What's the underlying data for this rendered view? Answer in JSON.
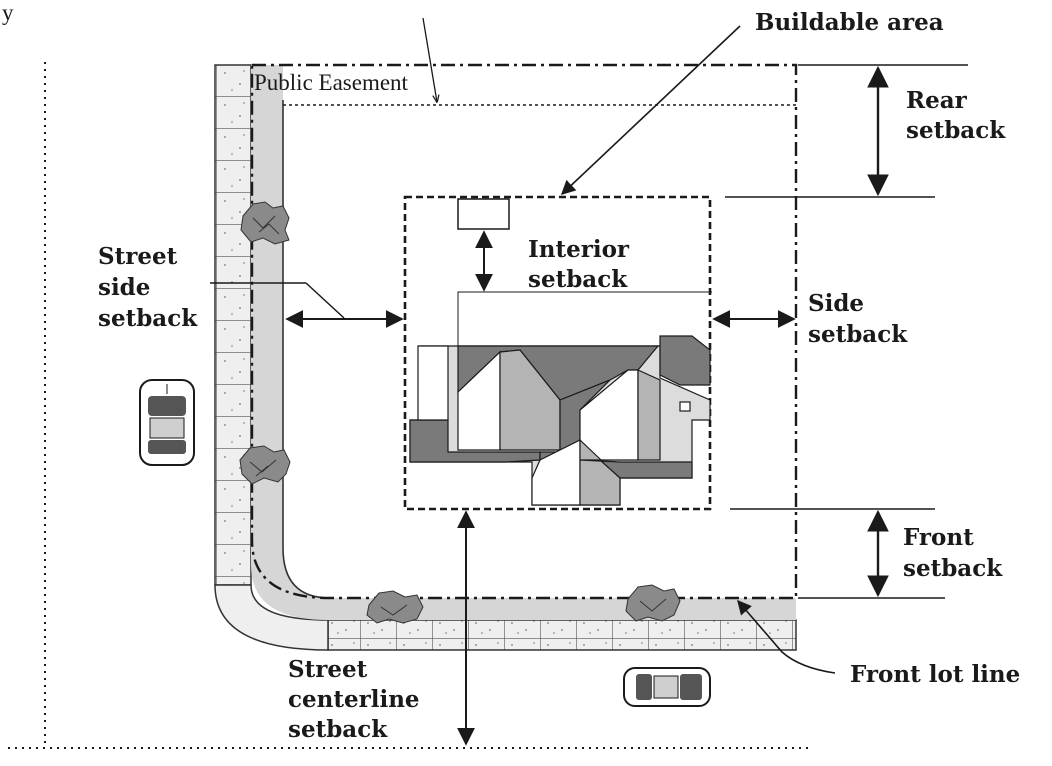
{
  "labels": {
    "top_fragment": "y",
    "buildable_area": "Buildable area",
    "public_easement": "Public Easement",
    "rear_setback_line1": "Rear",
    "rear_setback_line2": "setback",
    "street_side_line1": "Street",
    "street_side_line2": "side",
    "street_side_line3": "setback",
    "interior_line1": "Interior",
    "interior_line2": "setback",
    "side_setback_line1": "Side",
    "side_setback_line2": "setback",
    "front_setback_line1": "Front",
    "front_setback_line2": "setback",
    "centerline_line1": "Street",
    "centerline_line2": "centerline",
    "centerline_line3": "setback",
    "front_lot_line": "Front lot line"
  },
  "colors": {
    "ink": "#1a1a1a",
    "sidewalk": "#d6d6d6",
    "paving": "#efefef",
    "roof_dark": "#7a7a7a",
    "roof_mid": "#b4b4b4",
    "roof_light": "#dcdcdc",
    "tree": "#8a8a8a"
  }
}
